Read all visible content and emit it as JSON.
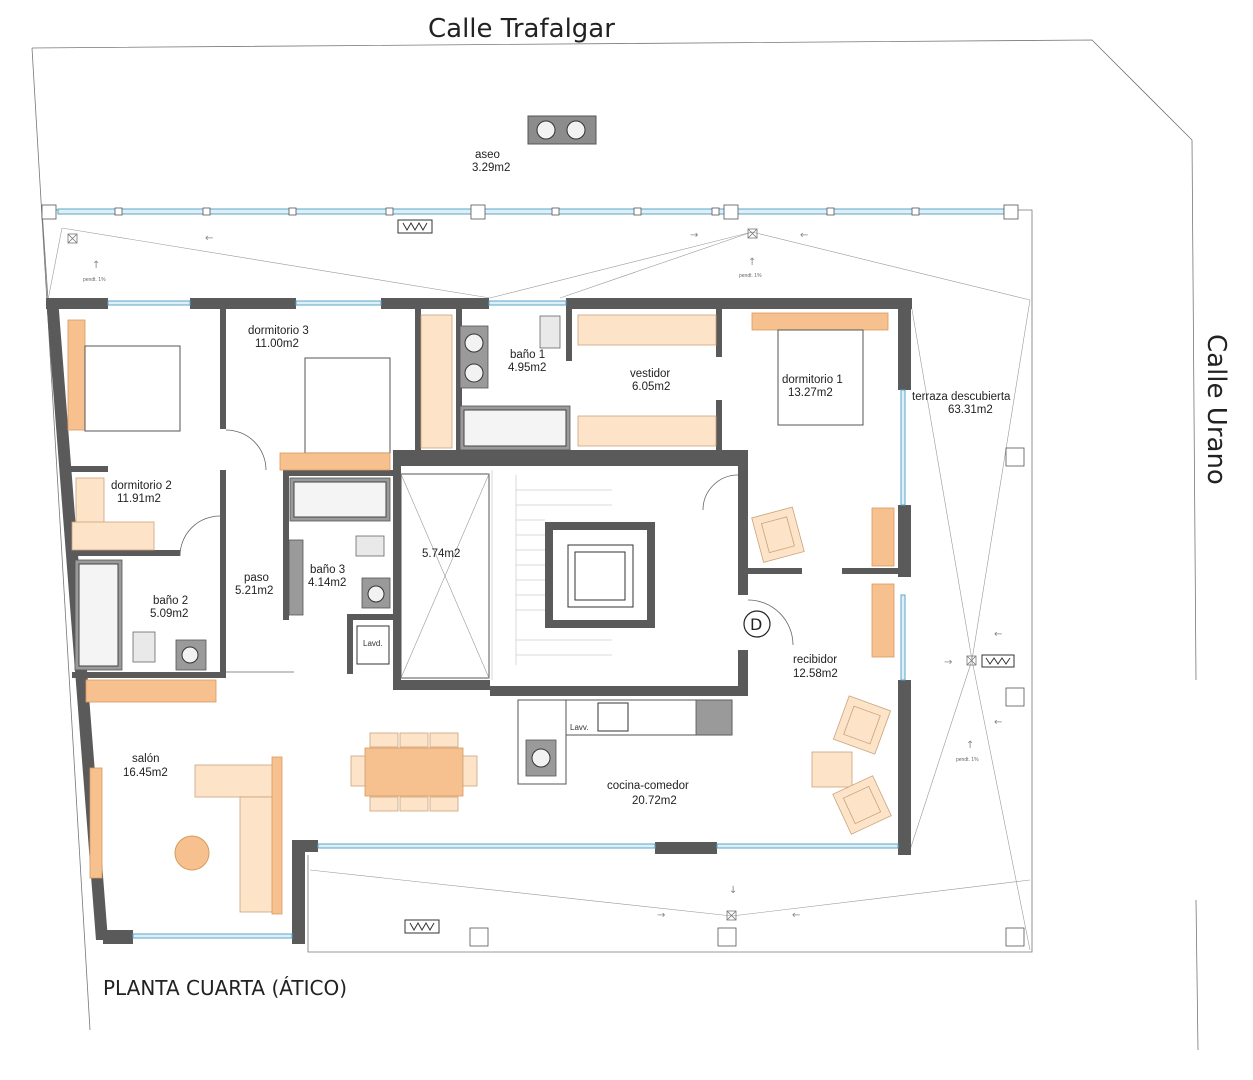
{
  "streets": {
    "north": "Calle Trafalgar",
    "east": "Calle Urano"
  },
  "floor_title": "PLANTA CUARTA (ÁTICO)",
  "rooms": {
    "aseo": {
      "name": "aseo",
      "area": "3.29m2"
    },
    "dormitorio3": {
      "name": "dormitorio 3",
      "area": "11.00m2"
    },
    "bano1": {
      "name": "baño 1",
      "area": "4.95m2"
    },
    "vestidor": {
      "name": "vestidor",
      "area": "6.05m2"
    },
    "dormitorio1": {
      "name": "dormitorio 1",
      "area": "13.27m2"
    },
    "terraza": {
      "name": "terraza descubierta",
      "area": "63.31m2"
    },
    "dormitorio2": {
      "name": "dormitorio 2",
      "area": "11.91m2"
    },
    "bano3": {
      "name": "baño 3",
      "area": "4.14m2"
    },
    "paso": {
      "name": "paso",
      "area": "5.21m2"
    },
    "bano2": {
      "name": "baño 2",
      "area": "5.09m2"
    },
    "core": {
      "area": "5.74m2"
    },
    "recibidor": {
      "name": "recibidor",
      "area": "12.58m2"
    },
    "salon": {
      "name": "salón",
      "area": "16.45m2"
    },
    "cocina": {
      "name": "cocina-comedor",
      "area": "20.72m2"
    }
  },
  "fixture_labels": {
    "lavd": "Lavd.",
    "lavv": "Lavv.",
    "door": "D",
    "slope": "pendt. 1%"
  }
}
